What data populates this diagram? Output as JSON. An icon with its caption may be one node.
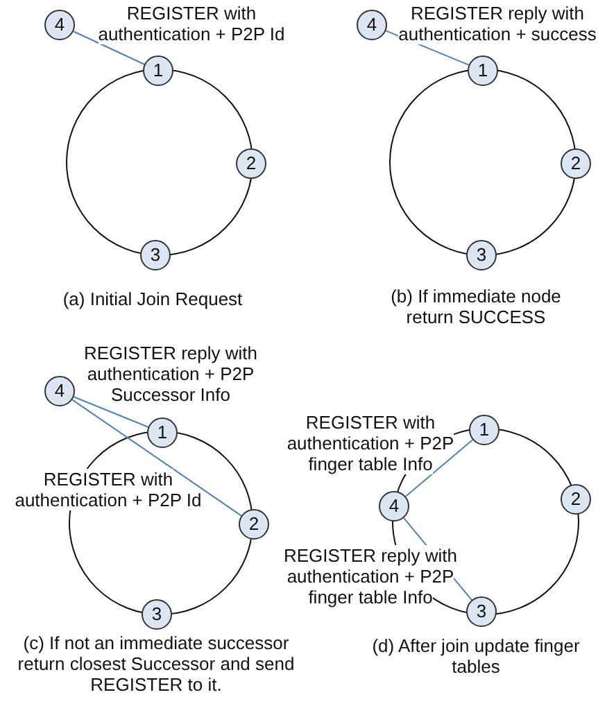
{
  "diagram": {
    "nodes": [
      {
        "text": [
          "4"
        ]
      },
      {
        "text": [
          "1"
        ]
      },
      {
        "text": [
          "2"
        ]
      },
      {
        "text": [
          "3"
        ]
      },
      {
        "text": [
          "4"
        ]
      },
      {
        "text": [
          "1"
        ]
      },
      {
        "text": [
          "2"
        ]
      },
      {
        "text": [
          "3"
        ]
      },
      {
        "text": [
          "4"
        ]
      },
      {
        "text": [
          "1"
        ]
      },
      {
        "text": [
          "2"
        ]
      },
      {
        "text": [
          "3"
        ]
      },
      {
        "text": [
          "1"
        ]
      },
      {
        "text": [
          "2"
        ]
      },
      {
        "text": [
          "4"
        ]
      },
      {
        "text": [
          "3"
        ]
      }
    ],
    "edges": [
      {
        "from": 0,
        "to": 1,
        "arrow": "none",
        "label": "REGISTER with authentication + P2P Id"
      },
      {
        "from": 4,
        "to": 5,
        "arrow": "none",
        "label": "REGISTER reply with authentication + success"
      },
      {
        "from": 9,
        "to": 8,
        "arrow": "none",
        "label": "REGISTER reply with authentication + P2P Successor Info"
      },
      {
        "from": 8,
        "to": 10,
        "arrow": "none",
        "label": "REGISTER with authentication + P2P Id"
      },
      {
        "from": 14,
        "to": 12,
        "arrow": "none",
        "label": "REGISTER with authentication + P2P finger table Info"
      },
      {
        "from": 14,
        "to": 15,
        "arrow": "none",
        "label": "REGISTER reply with authentication + P2P finger table Info"
      }
    ],
    "labels": [
      "(a) Initial Join Request",
      "(b) If immediate node return SUCCESS",
      "(c) If not an immediate successor return closest Successor and send REGISTER to it.",
      "(d) After join update finger tables"
    ]
  }
}
